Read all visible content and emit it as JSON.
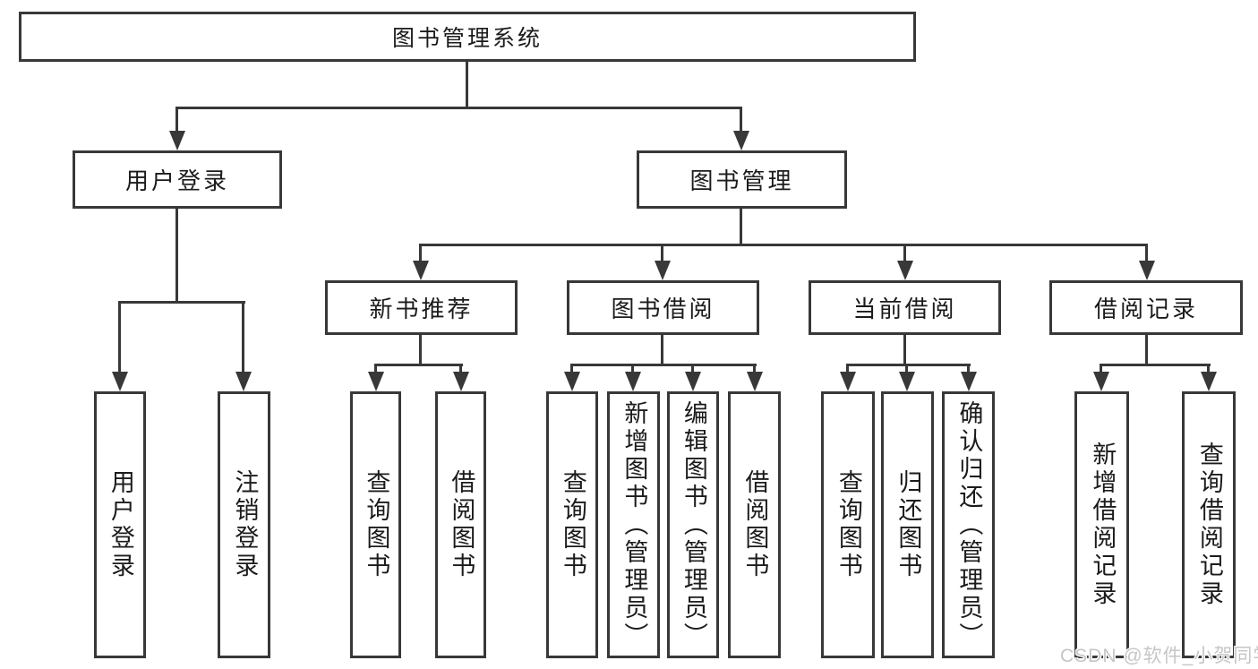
{
  "nodes": {
    "root": {
      "label": "图书管理系统"
    },
    "level2": [
      {
        "label": "用户登录"
      },
      {
        "label": "图书管理"
      }
    ],
    "level3": [
      {
        "label": "新书推荐"
      },
      {
        "label": "图书借阅"
      },
      {
        "label": "当前借阅"
      },
      {
        "label": "借阅记录"
      }
    ],
    "leaves": {
      "user_login": [
        {
          "label": "用户登录"
        },
        {
          "label": "注销登录"
        }
      ],
      "new_book": [
        {
          "label": "查询图书"
        },
        {
          "label": "借阅图书"
        }
      ],
      "book_borrow": [
        {
          "label": "查询图书"
        },
        {
          "label": "新增图书（管理员）"
        },
        {
          "label": "编辑图书（管理员）"
        },
        {
          "label": "借阅图书"
        }
      ],
      "current_borrow": [
        {
          "label": "查询图书"
        },
        {
          "label": "归还图书"
        },
        {
          "label": "确认归还（管理员）"
        }
      ],
      "borrow_record": [
        {
          "label": "新增借阅记录"
        },
        {
          "label": "查询借阅记录"
        }
      ]
    }
  },
  "watermark": {
    "text": "CSDN @软件_小贺同学"
  },
  "colors": {
    "line": "#383838",
    "text": "#1b1b1b",
    "watermark": "#c6c6c6",
    "background": "#ffffff"
  }
}
